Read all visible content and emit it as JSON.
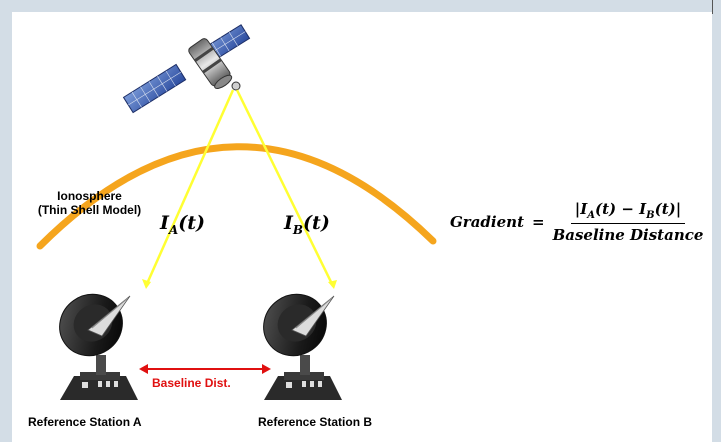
{
  "ionosphere": {
    "line1": "Ionosphere",
    "line2": "(Thin Shell Model)"
  },
  "delay_a": {
    "base": "I",
    "sub": "A",
    "arg": "(t)"
  },
  "delay_b": {
    "base": "I",
    "sub": "B",
    "arg": "(t)"
  },
  "baseline_label": "Baseline Dist.",
  "station_a": "Reference Station A",
  "station_b": "Reference Station B",
  "formula": {
    "lhs": "Gradient",
    "eq": "=",
    "num_prefix": "|I",
    "num_sub_a": "A",
    "num_mid": "(t) − I",
    "num_sub_b": "B",
    "num_suffix": "(t)|",
    "denominator": "Baseline Distance"
  },
  "colors": {
    "shell": "#f5a51d",
    "signal_ray": "#ffff33",
    "baseline_arrow": "#e01010",
    "background": "#d3dde6"
  }
}
